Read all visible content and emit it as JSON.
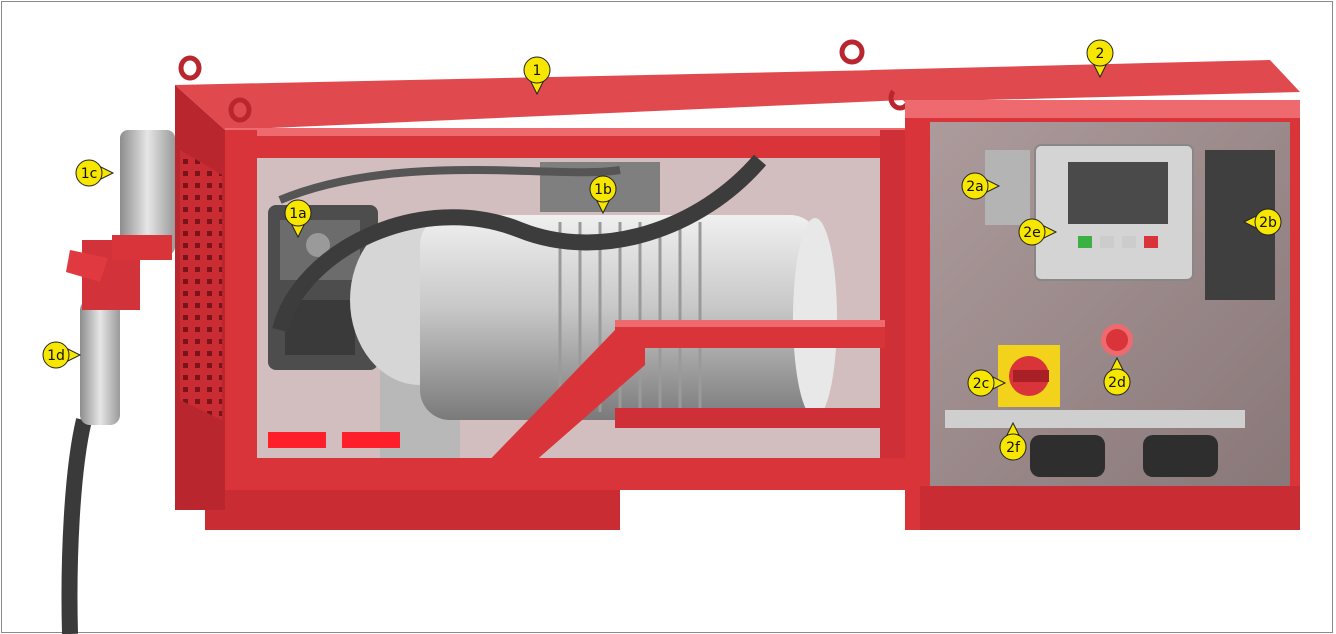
{
  "figure": {
    "callouts": [
      {
        "id": "c1",
        "label": "1"
      },
      {
        "id": "c1a",
        "label": "1a"
      },
      {
        "id": "c1b",
        "label": "1b"
      },
      {
        "id": "c1c",
        "label": "1c"
      },
      {
        "id": "c1d",
        "label": "1d"
      },
      {
        "id": "c2",
        "label": "2"
      },
      {
        "id": "c2a",
        "label": "2a"
      },
      {
        "id": "c2b",
        "label": "2b"
      },
      {
        "id": "c2c",
        "label": "2c"
      },
      {
        "id": "c2d",
        "label": "2d"
      },
      {
        "id": "c2e",
        "label": "2e"
      },
      {
        "id": "c2f",
        "label": "2f"
      }
    ],
    "colors": {
      "frame_red": "#d8343a",
      "frame_red_dark": "#a81f26",
      "frame_red_light": "#ef6a6e",
      "metal_light": "#dcdcdc",
      "metal_mid": "#a9a9a9",
      "metal_dark": "#555555",
      "callout_yellow": "#f7e600",
      "callout_outline": "#222222"
    }
  }
}
